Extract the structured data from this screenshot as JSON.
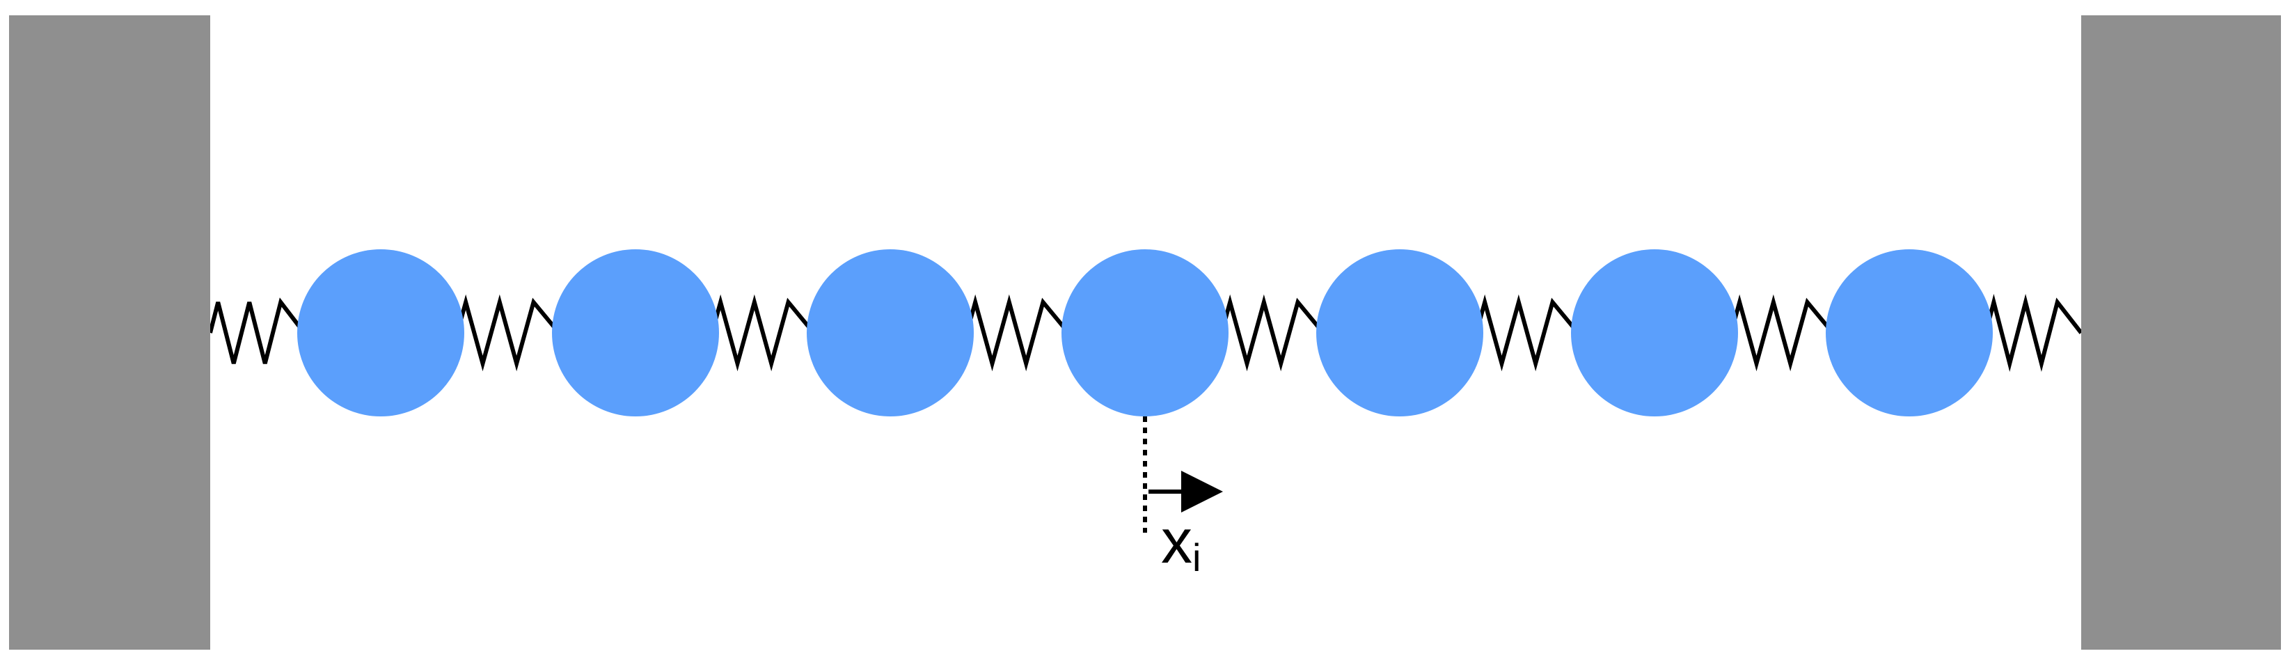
{
  "diagram": {
    "mass_count": 7,
    "spring_count": 8,
    "spring_turns": 2,
    "highlighted_mass": 4,
    "displacement_label": {
      "symbol": "x",
      "subscript": "i"
    },
    "colors": {
      "wall": "#8f8f8f",
      "mass": "#5b9ffc",
      "spring": "#000000",
      "arrow": "#000000",
      "background": "#ffffff"
    },
    "icons": {
      "walls": "wall-block",
      "masses": "circle",
      "springs": "zigzag-spring",
      "displacement": "right-arrow"
    }
  }
}
